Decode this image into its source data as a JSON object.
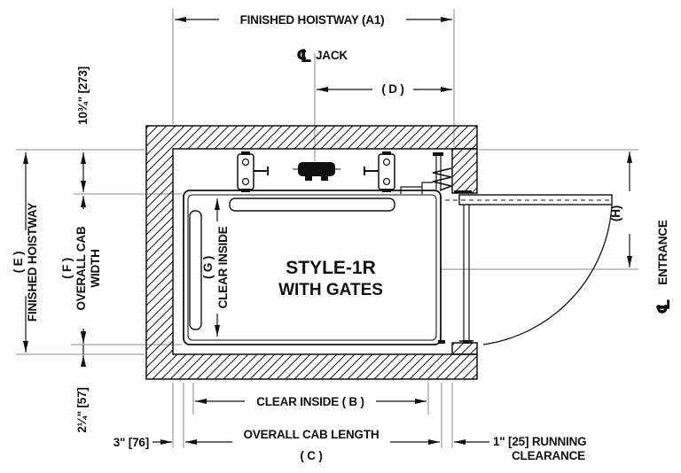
{
  "drawing": {
    "title": "STYLE-1R",
    "subtitle": "WITH GATES"
  },
  "dims": {
    "a1": "FINISHED HOISTWAY  (A1)",
    "jack_symbol": "℄",
    "jack": "JACK",
    "d": "( D )",
    "e_line1": "( E )",
    "e_line2": "FINISHED HOISTWAY",
    "f_line1": "( F )",
    "f_line2": "OVERALL CAB",
    "f_line3": "WIDTH",
    "g_line1": "( G )",
    "g_line2": "CLEAR INSIDE",
    "offset_top": "10¾\" [273]",
    "offset_bottom": "2¼\" [57]",
    "b": "CLEAR INSIDE  ( B )",
    "c_line1": "OVERALL CAB LENGTH",
    "c_line2": "( C )",
    "wall_gap": "3\" [76]",
    "running_line1": "1\"  [25] RUNNING",
    "running_line2": "CLEARANCE",
    "h": "(H)",
    "entrance_symbol": "℄",
    "entrance": "ENTRANCE"
  },
  "colors": {
    "line": "#111111",
    "extension_line": "#8a8a8a",
    "background": "#ffffff"
  }
}
